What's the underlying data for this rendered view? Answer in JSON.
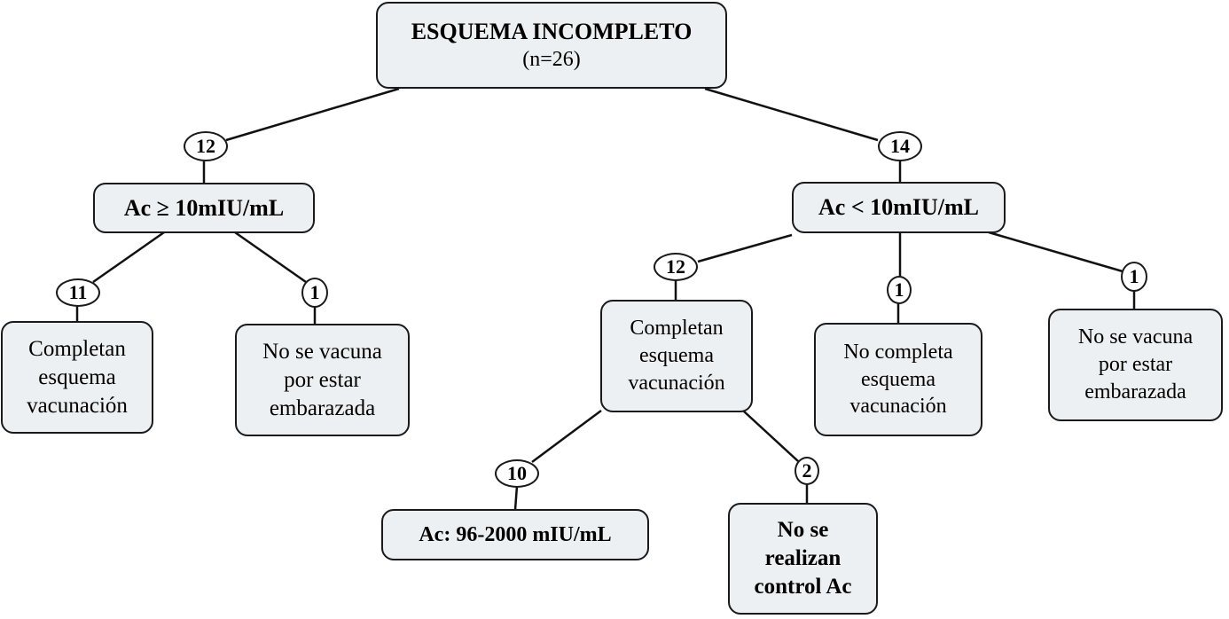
{
  "root": {
    "title": "ESQUEMA INCOMPLETO",
    "subtitle": "(n=26)"
  },
  "left_branch": {
    "count": "12",
    "node": "Ac ≥ 10mIU/mL",
    "children": [
      {
        "count": "11",
        "label": "Completan\nesquema\nvacunación"
      },
      {
        "count": "1",
        "label": "No se vacuna\npor estar\nembarazada"
      }
    ]
  },
  "right_branch": {
    "count": "14",
    "node": "Ac < 10mIU/mL",
    "children": [
      {
        "count": "12",
        "label": "Completan\nesquema\nvacunación",
        "children": [
          {
            "count": "10",
            "label": "Ac: 96-2000 mIU/mL"
          },
          {
            "count": "2",
            "label": "No se\nrealizan\ncontrol Ac"
          }
        ]
      },
      {
        "count": "1",
        "label": "No completa\nesquema\nvacunación"
      },
      {
        "count": "1",
        "label": "No se vacuna\npor estar\nembarazada"
      }
    ]
  }
}
